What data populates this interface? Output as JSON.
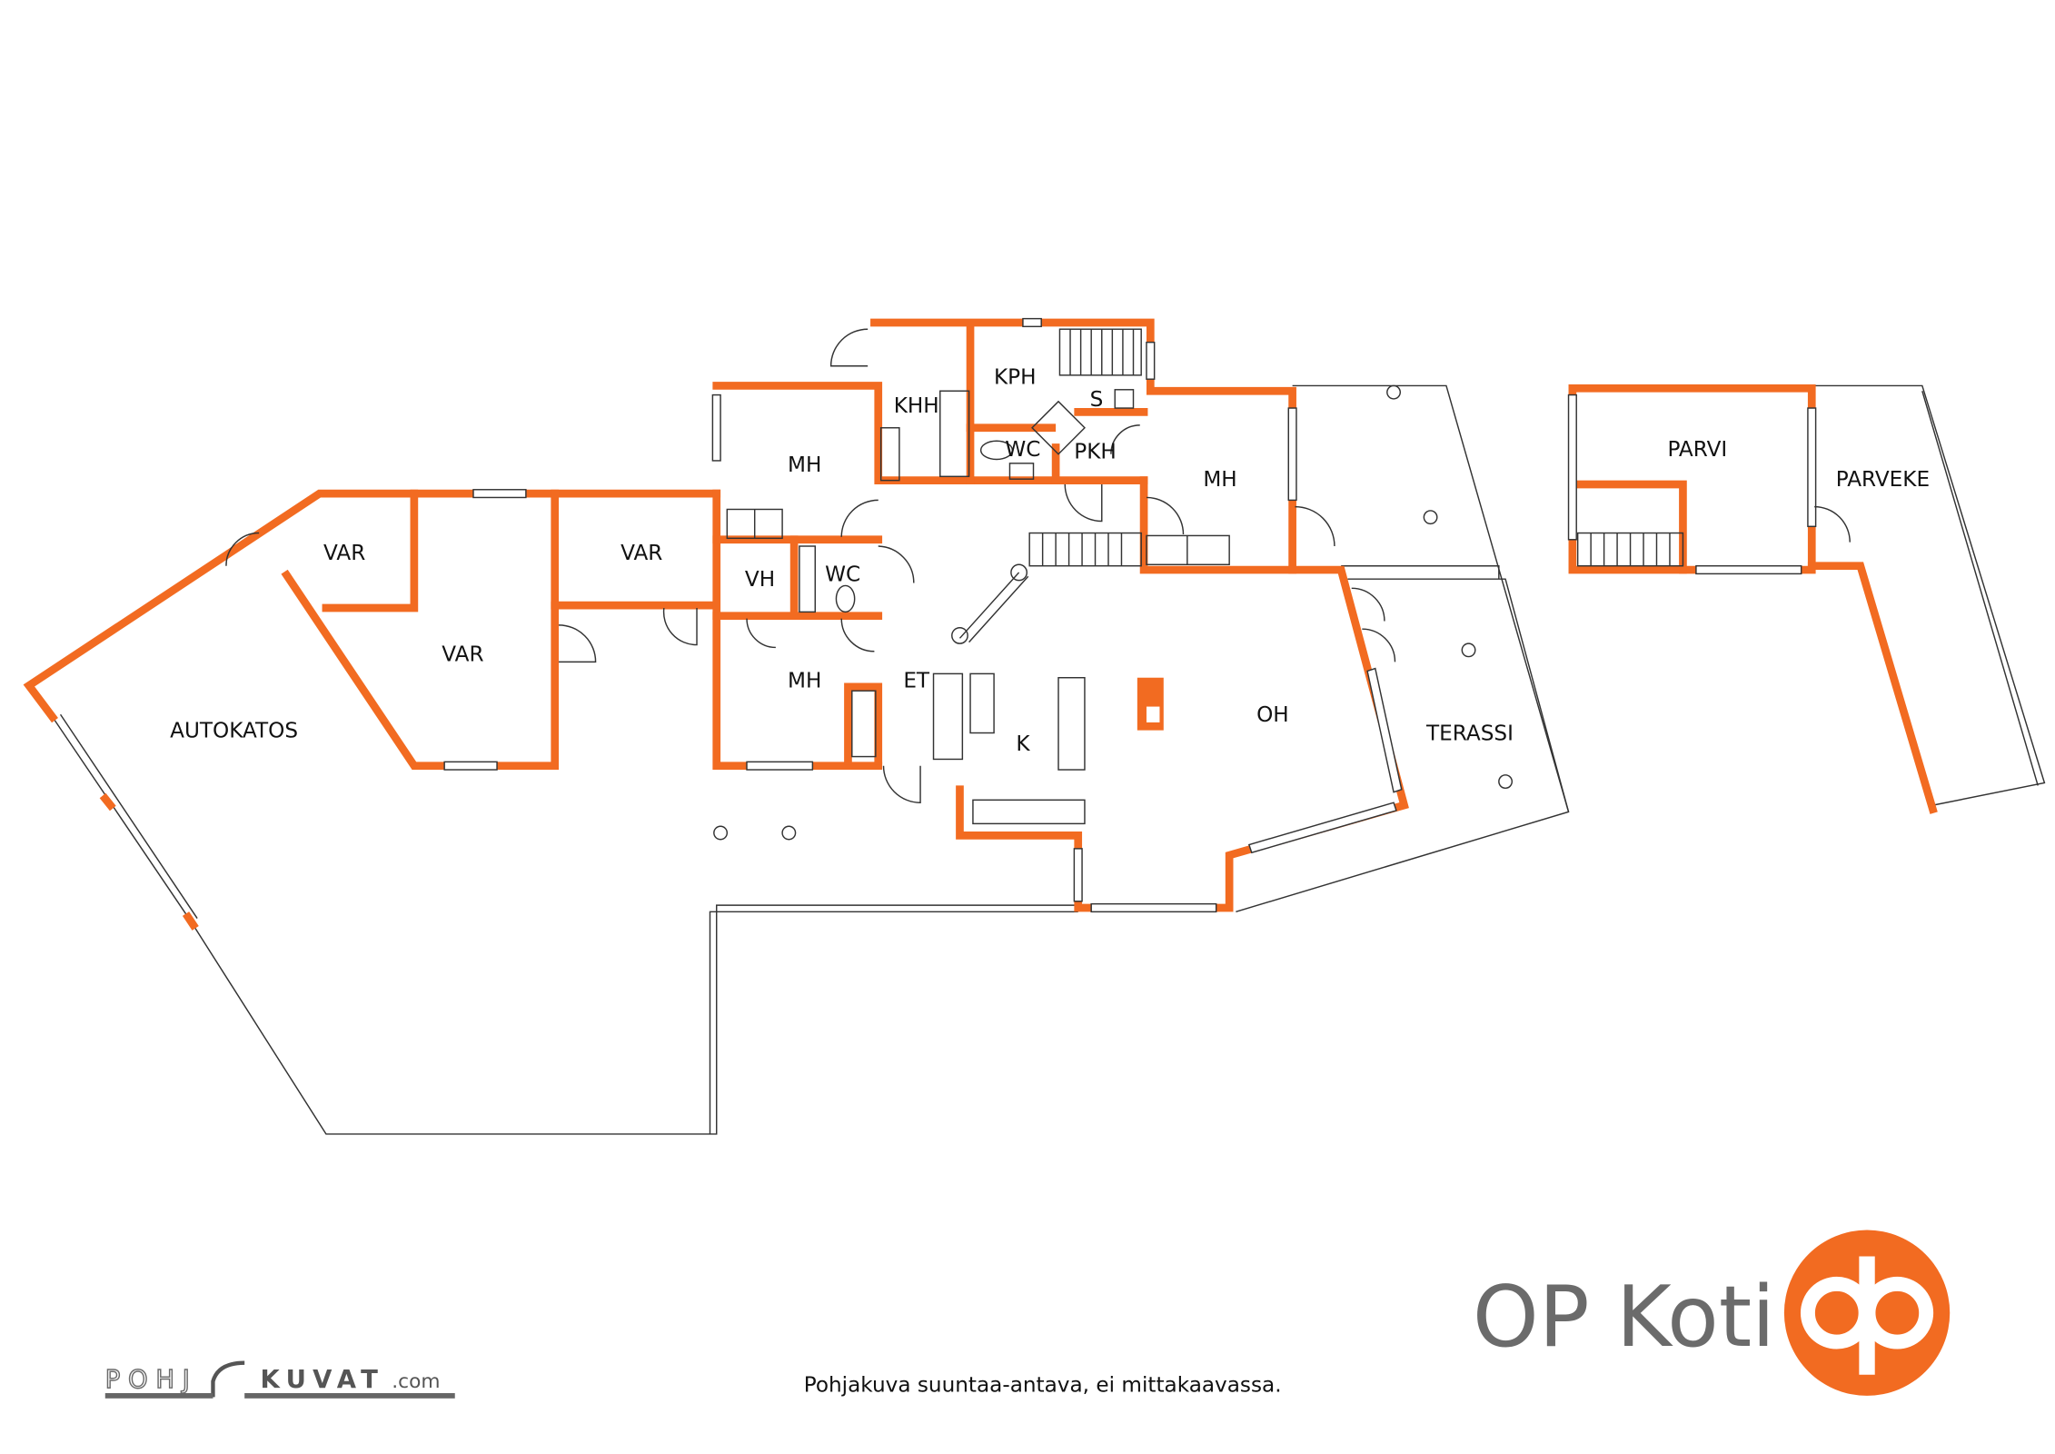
{
  "plan": {
    "rooms": {
      "khh": "KHH",
      "kph": "KPH",
      "s": "S",
      "wc_upper": "WC",
      "pkh": "PKH",
      "mh_1": "MH",
      "mh_2": "MH",
      "mh_3": "MH",
      "var_1": "VAR",
      "var_2": "VAR",
      "var_3": "VAR",
      "vh": "VH",
      "wc_lower": "WC",
      "et": "ET",
      "k": "K",
      "oh": "OH",
      "autokatos": "AUTOKATOS",
      "terassi": "TERASSI",
      "parvi": "PARVI",
      "parveke": "PARVEKE"
    }
  },
  "footer": {
    "caption": "Pohjakuva suuntaa-antava, ei mittakaavassa.",
    "pohjakuvat_logo": {
      "part1": "POHJ",
      "part2": "KUVAT",
      "part3": ".com"
    }
  },
  "brand": {
    "name": "OP Koti",
    "accent_color": "#f26b21"
  }
}
